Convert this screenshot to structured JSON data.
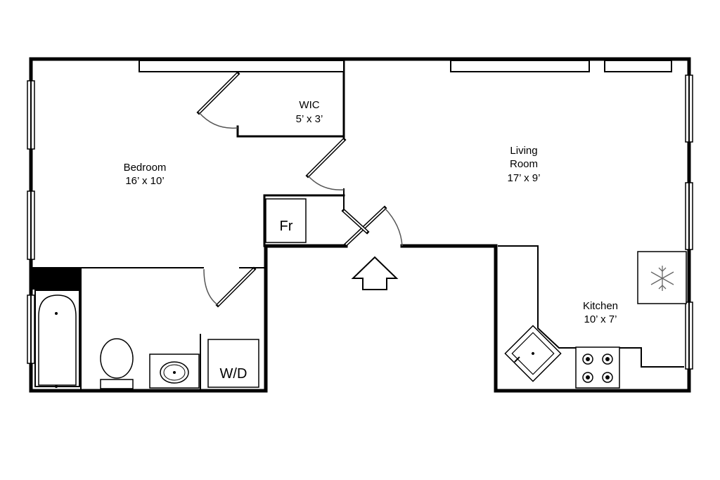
{
  "rooms": {
    "bedroom": {
      "name": "Bedroom",
      "size": "16’ x 10’"
    },
    "wic": {
      "name": "WIC",
      "size": "5’ x 3’"
    },
    "living": {
      "name_line1": "Living",
      "name_line2": "Room",
      "size": "17’ x 9’"
    },
    "kitchen": {
      "name": "Kitchen",
      "size": "10’ x 7’"
    }
  },
  "fixtures": {
    "fridge": "Fr",
    "washer_dryer": "W/D"
  },
  "icons": {
    "entry": "arrow-up-icon",
    "freezer": "snowflake-icon"
  }
}
